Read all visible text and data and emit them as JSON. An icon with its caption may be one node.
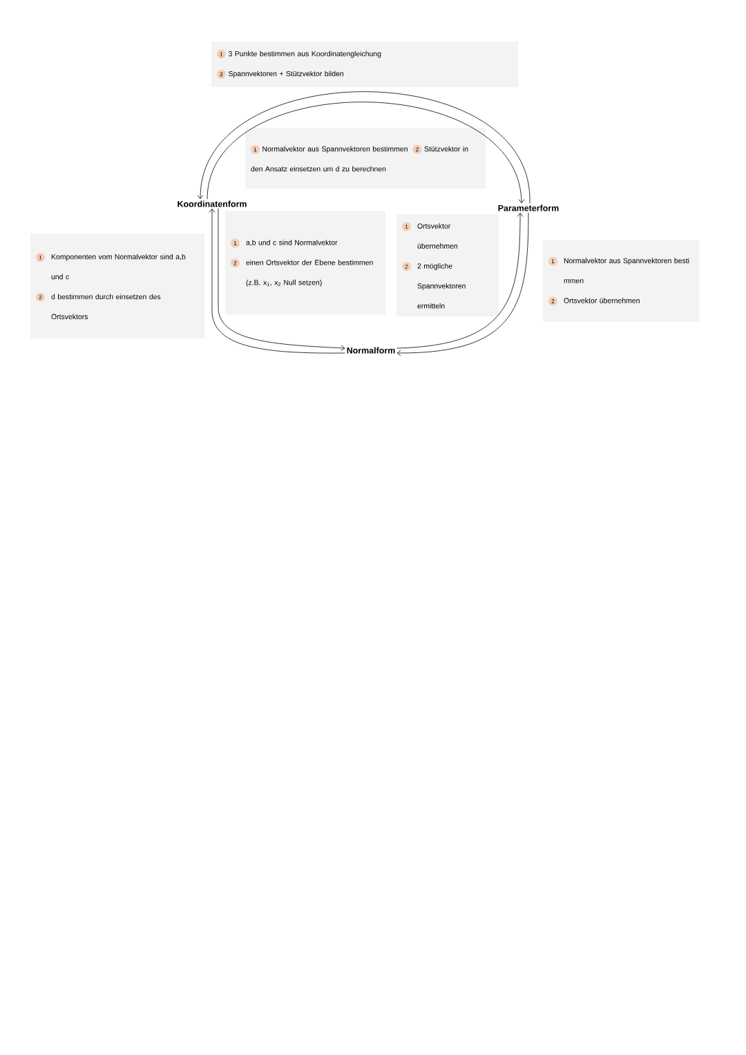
{
  "diagram": {
    "nodes": [
      {
        "text": [
          "Koordinatenform"
        ]
      },
      {
        "text": [
          "Parameterform"
        ]
      },
      {
        "text": [
          "Normalform"
        ]
      },
      {
        "text": [
          "1",
          "3 Punkte bestimmen aus Koordinatengleichung",
          "2",
          "Spannvektoren + Stützvektor bilden"
        ]
      },
      {
        "text": [
          "1",
          "Normalvektor aus Spannvektoren bestimmen",
          "2",
          "Stützvektor in den Ansatz einsetzen um d zu berechnen"
        ]
      },
      {
        "text": [
          "1",
          "Komponenten vom Normalvektor sind a,b und c",
          "2",
          "d bestimmen durch einsetzen des Ortsvektors"
        ]
      },
      {
        "text": [
          "1",
          "a,b und c sind Normalvektor",
          "2",
          "einen Ortsvektor der Ebene bestimmen (z.B. x$_{1}$, x$_{2}$ Null setzen)"
        ]
      },
      {
        "text": [
          "1",
          "Ortsvektor übernehmen",
          "2",
          "2 mögliche Spannvektoren ermitteln"
        ]
      },
      {
        "text": [
          "1",
          "Normalvektor aus Spannvektoren besti mmen",
          "2",
          "Ortsvektor übernehmen"
        ]
      }
    ],
    "edges": [
      {
        "from": 1,
        "to": 0,
        "arrow": "to"
      },
      {
        "from": 0,
        "to": 1,
        "arrow": "to"
      },
      {
        "from": 0,
        "to": 2,
        "arrow": "to"
      },
      {
        "from": 2,
        "to": 0,
        "arrow": "to"
      },
      {
        "from": 2,
        "to": 1,
        "arrow": "to"
      },
      {
        "from": 1,
        "to": 2,
        "arrow": "to"
      }
    ]
  }
}
